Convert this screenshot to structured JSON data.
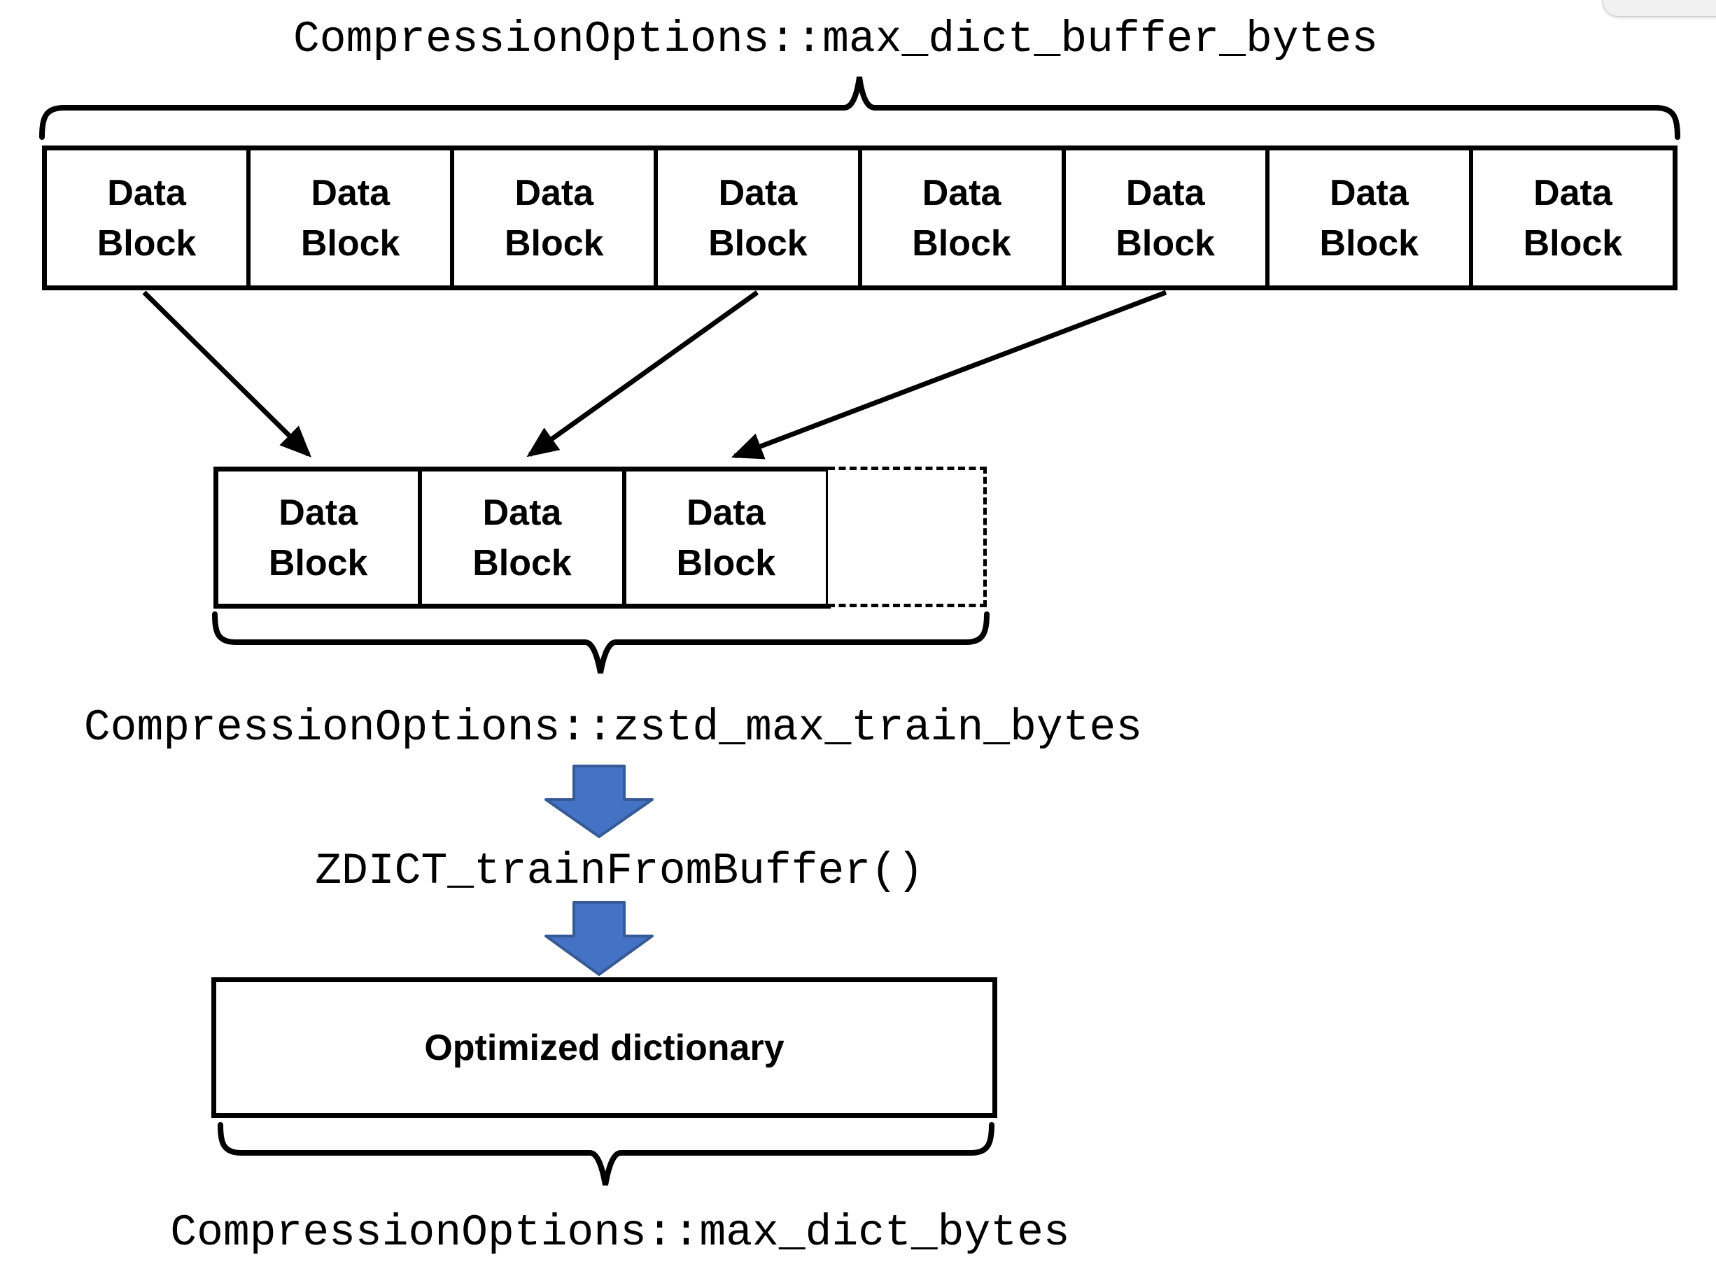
{
  "diagram": {
    "top_label": "CompressionOptions::max_dict_buffer_bytes",
    "train_label": "CompressionOptions::zstd_max_train_bytes",
    "function_label": "ZDICT_trainFromBuffer()",
    "dict_box_label": "Optimized dictionary",
    "bottom_label": "CompressionOptions::max_dict_bytes",
    "block_label": {
      "line1": "Data",
      "line2": "Block"
    },
    "source_blocks": [
      "Data Block",
      "Data Block",
      "Data Block",
      "Data Block",
      "Data Block",
      "Data Block",
      "Data Block",
      "Data Block"
    ],
    "sampled_blocks": [
      "Data Block",
      "Data Block",
      "Data Block"
    ],
    "colors": {
      "line": "#000000",
      "arrow_fill": "#4472C4",
      "arrow_stroke": "#365A96",
      "corner_bg": "#F1F1F1"
    }
  }
}
